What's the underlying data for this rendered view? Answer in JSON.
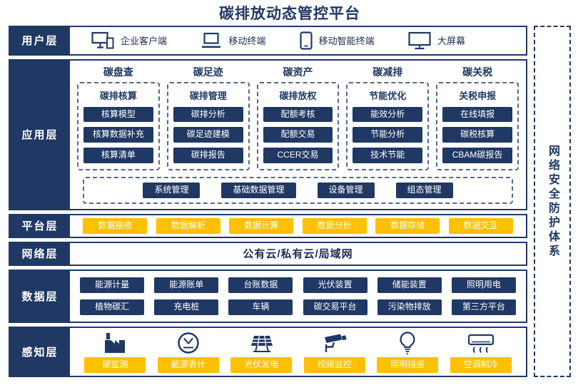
{
  "title": "碳排放动态管控平台",
  "security_strip": {
    "label": "网络安全防护体系"
  },
  "colors": {
    "navy": "#203864",
    "yellow": "#FFC000"
  },
  "layers": {
    "user": {
      "label": "用户层",
      "items": [
        {
          "label": "企业客户端",
          "icon": "desktop-icon"
        },
        {
          "label": "移动终端",
          "icon": "laptop-icon"
        },
        {
          "label": "移动智能终端",
          "icon": "tablet-icon"
        },
        {
          "label": "大屏幕",
          "icon": "big-screen-icon"
        }
      ]
    },
    "application": {
      "label": "应用层",
      "columns": [
        {
          "title": "碳盘查",
          "subtitle": "碳排核算",
          "buttons": [
            "核算模型",
            "核算数据补充",
            "核算清单"
          ]
        },
        {
          "title": "碳足迹",
          "subtitle": "碳排管理",
          "buttons": [
            "碳排分析",
            "碳足迹建模",
            "碳排报告"
          ]
        },
        {
          "title": "碳资产",
          "subtitle": "碳排放权",
          "buttons": [
            "配额考核",
            "配额交易",
            "CCER交易"
          ]
        },
        {
          "title": "碳减排",
          "subtitle": "节能优化",
          "buttons": [
            "能效分析",
            "节能分析",
            "技术节能"
          ]
        },
        {
          "title": "碳关税",
          "subtitle": "关税申报",
          "buttons": [
            "在线填报",
            "碳税核算",
            "CBAM碳报告"
          ]
        }
      ],
      "management": [
        "系统管理",
        "基础数据管理",
        "设备管理",
        "组态管理"
      ]
    },
    "platform": {
      "label": "平台层",
      "buttons": [
        "数据接收",
        "数据解析",
        "数据计算",
        "数据分析",
        "数据存储",
        "数据交互"
      ]
    },
    "network": {
      "label": "网络层",
      "text": "公有云/私有云/局域网"
    },
    "data": {
      "label": "数据层",
      "rows": [
        [
          "能源计量",
          "能源账单",
          "台账数据",
          "光伏装置",
          "储能装置",
          "照明用电"
        ],
        [
          "植物碳汇",
          "充电桩",
          "车辆",
          "碳交易平台",
          "污染物排放",
          "第三方平台"
        ]
      ]
    },
    "perception": {
      "label": "感知层",
      "items": [
        {
          "label": "碳监测",
          "icon": "factory-icon"
        },
        {
          "label": "能源表计",
          "icon": "meter-icon"
        },
        {
          "label": "光伏发电",
          "icon": "solar-panel-icon"
        },
        {
          "label": "视频监控",
          "icon": "cctv-camera-icon"
        },
        {
          "label": "照明插座",
          "icon": "light-bulb-icon"
        },
        {
          "label": "空调制冷",
          "icon": "air-conditioner-icon"
        }
      ]
    }
  }
}
